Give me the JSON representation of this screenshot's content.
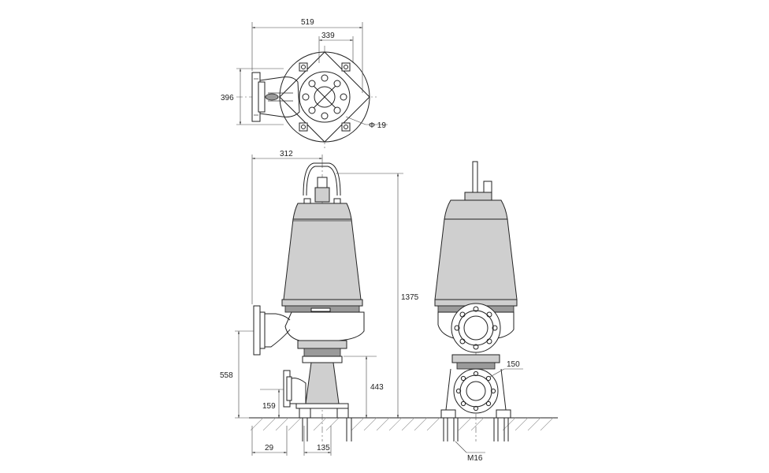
{
  "dimensions": {
    "top_width": "519",
    "top_offset": "339",
    "top_height": "396",
    "hole_dia": "Φ 19",
    "side_width": "312",
    "total_height": "1375",
    "outlet_height": "558",
    "base_height": "443",
    "inlet_height": "159",
    "left_offset": "29",
    "base_offset": "135",
    "flange_dia": "150",
    "bolt_size": "M16"
  }
}
